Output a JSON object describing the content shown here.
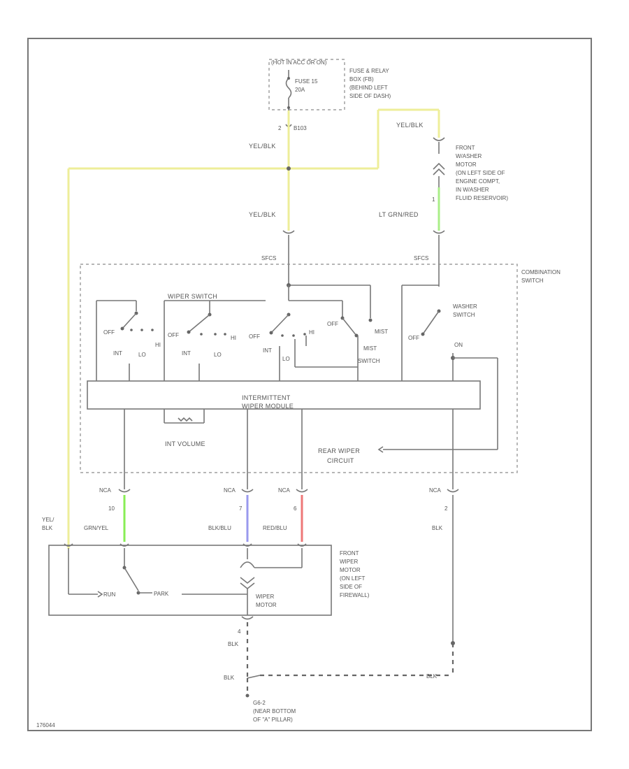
{
  "labels": {
    "fuse_hot": "(HOT IN ACC OR ON)",
    "fuse_name": "FUSE 15",
    "fuse_rating": "20A",
    "fuse_box_1": "FUSE & RELAY",
    "fuse_box_2": "BOX (FB)",
    "fuse_box_3": "(BEHIND LEFT",
    "fuse_box_4": "SIDE OF DASH)",
    "pin_2": "2",
    "conn_b103": "B103",
    "wire_yel_blk_1": "YEL/BLK",
    "wire_yel_blk_2": "YEL/BLK",
    "wire_yel_blk_3": "YEL/BLK",
    "washer_motor_1": "FRONT",
    "washer_motor_2": "W/ASHER",
    "washer_motor_3": "MOTOR",
    "washer_motor_4": "(ON LEFT SIDE OF",
    "washer_motor_5": "ENGINE COMPT,",
    "washer_motor_6": "IN W/ASHER",
    "washer_motor_7": "FLUID RESERVOIR)",
    "pin_1": "1",
    "wire_lt_grn_red": "LT GRN/RED",
    "conn_sfcs_1": "SFCS",
    "conn_sfcs_2": "SFCS",
    "combo_switch_1": "COMBINATION",
    "combo_switch_2": "SWITCH",
    "wiper_switch": "WIPER SWITCH",
    "washer_switch_1": "WASHER",
    "washer_switch_2": "SWITCH",
    "sw_off_1": "OFF",
    "sw_int_1": "INT",
    "sw_lo_1": "LO",
    "sw_hi_1": "HI",
    "sw_off_2": "OFF",
    "sw_int_2": "INT",
    "sw_lo_2": "LO",
    "sw_hi_2": "HI",
    "sw_off_3": "OFF",
    "sw_int_3": "INT",
    "sw_lo_3": "LO",
    "sw_hi_3": "HI",
    "sw_off_4": "OFF",
    "sw_mist_1": "MIST",
    "mist_switch_1": "MIST",
    "mist_switch_2": "SWITCH",
    "sw_off_5": "OFF",
    "sw_on": "ON",
    "module_1": "INTERMITTENT",
    "module_2": "WIPER MODULE",
    "int_volume": "INT VOLUME",
    "rear_wiper_1": "REAR WIPER",
    "rear_wiper_2": "CIRCUIT",
    "conn_nca_1": "NCA",
    "conn_nca_2": "NCA",
    "conn_nca_3": "NCA",
    "conn_nca_4": "NCA",
    "pin_10": "10",
    "pin_7": "7",
    "pin_6": "6",
    "pin_2b": "2",
    "wire_yel_blk_left_1": "YEL/",
    "wire_yel_blk_left_2": "BLK",
    "wire_grn_yel": "GRN/YEL",
    "wire_blk_blu": "BLK/BLU",
    "wire_red_blu": "RED/BLU",
    "wire_blk_1": "BLK",
    "wiper_motor_box_1": "FRONT",
    "wiper_motor_box_2": "WIPER",
    "wiper_motor_box_3": "MOTOR",
    "wiper_motor_box_4": "(ON LEFT",
    "wiper_motor_box_5": "SIDE OF",
    "wiper_motor_box_6": "FIREWALL)",
    "wiper_motor_1": "WIPER",
    "wiper_motor_2": "MOTOR",
    "park_run": "RUN",
    "park_park": "PARK",
    "pin_4": "4",
    "wire_blk_2": "BLK",
    "wire_blk_3": "BLK",
    "wire_blk_4": "BLK",
    "ground_1": "G6-2",
    "ground_2": "(NEAR BOTTOM",
    "ground_3": "OF \"A\" PILLAR)",
    "figure_id": "176044"
  },
  "colors": {
    "wire_yellow": "#eeee99",
    "wire_green_yel": "#88ee55",
    "wire_lt_green": "#aaee88",
    "wire_blue": "#9999ee",
    "wire_red": "#ee7777",
    "line_gray": "#777777"
  },
  "icons": [
    "fuse-icon",
    "washer-motor-icon",
    "switch-icon",
    "wiper-motor-icon",
    "ground-icon"
  ]
}
